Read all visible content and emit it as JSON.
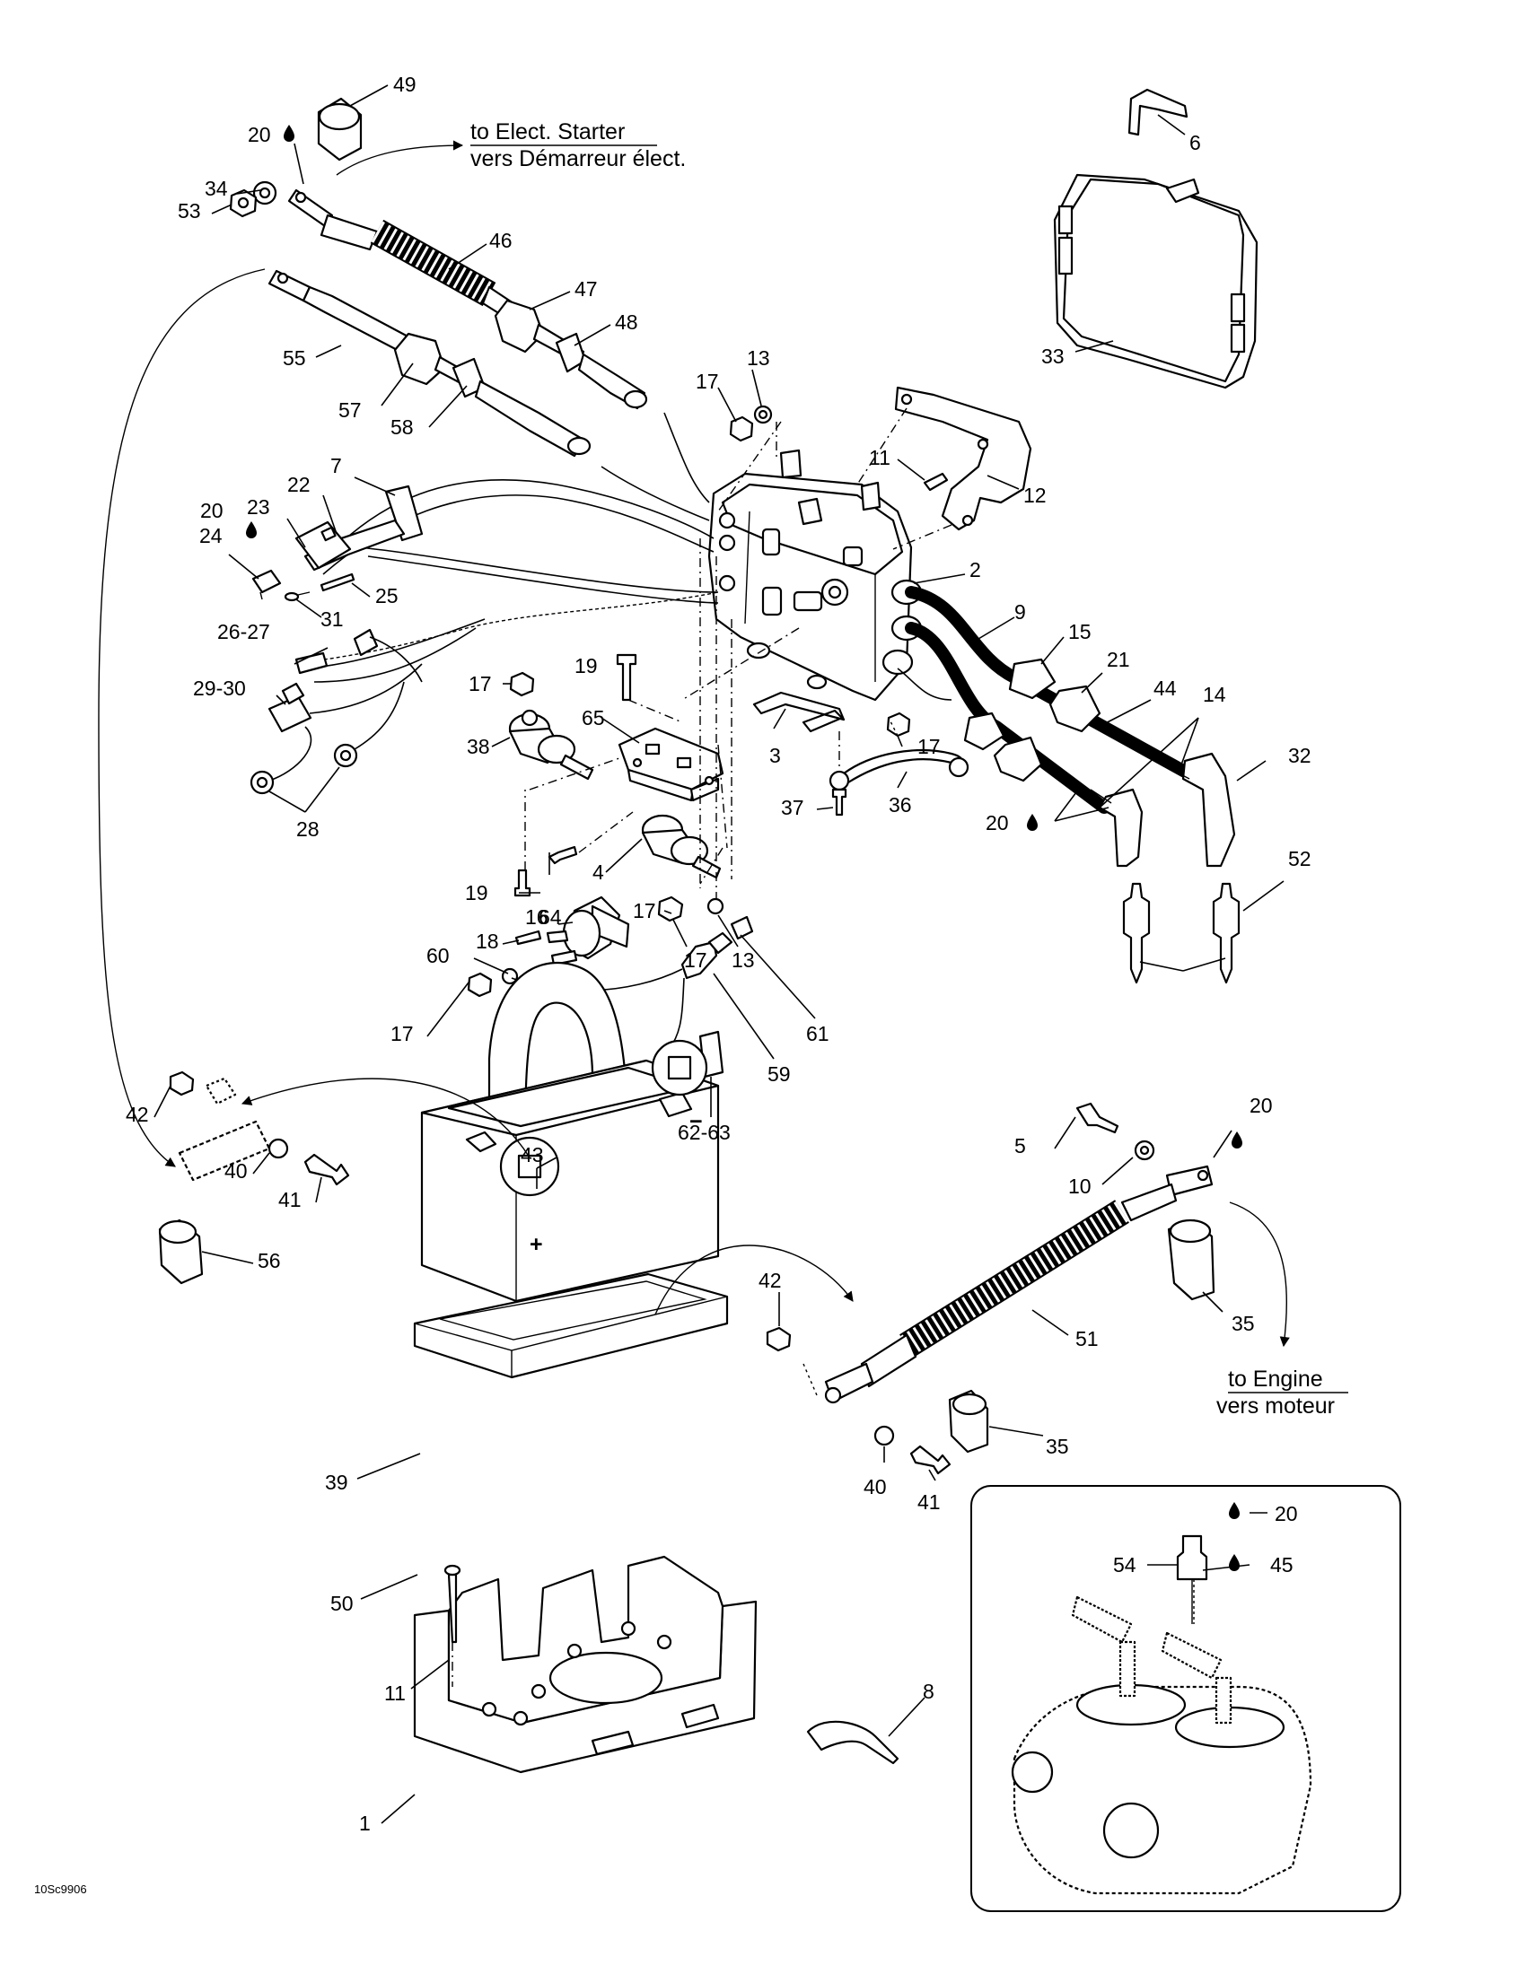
{
  "diagram": {
    "figure_code": "10Sc9906",
    "notes": {
      "starter_en": "to Elect. Starter",
      "starter_fr": "vers Démarreur élect.",
      "engine_en": "to Engine",
      "engine_fr": "vers moteur"
    },
    "polarity": {
      "positive": "+",
      "negative": "−"
    },
    "callouts": [
      {
        "id": "c49",
        "text": "49"
      },
      {
        "id": "c20a",
        "text": "20"
      },
      {
        "id": "c34",
        "text": "34"
      },
      {
        "id": "c53",
        "text": "53"
      },
      {
        "id": "c46",
        "text": "46"
      },
      {
        "id": "c47",
        "text": "47"
      },
      {
        "id": "c48",
        "text": "48"
      },
      {
        "id": "c55",
        "text": "55"
      },
      {
        "id": "c57",
        "text": "57"
      },
      {
        "id": "c58",
        "text": "58"
      },
      {
        "id": "c13a",
        "text": "13"
      },
      {
        "id": "c17a",
        "text": "17"
      },
      {
        "id": "c11a",
        "text": "11"
      },
      {
        "id": "c12",
        "text": "12"
      },
      {
        "id": "c6",
        "text": "6"
      },
      {
        "id": "c33",
        "text": "33"
      },
      {
        "id": "c7",
        "text": "7"
      },
      {
        "id": "c22",
        "text": "22"
      },
      {
        "id": "c20b",
        "text": "20"
      },
      {
        "id": "c23",
        "text": "23"
      },
      {
        "id": "c24",
        "text": "24"
      },
      {
        "id": "c25",
        "text": "25"
      },
      {
        "id": "c31",
        "text": "31"
      },
      {
        "id": "c2",
        "text": "2"
      },
      {
        "id": "c9",
        "text": "9"
      },
      {
        "id": "c15",
        "text": "15"
      },
      {
        "id": "c21",
        "text": "21"
      },
      {
        "id": "c44",
        "text": "44"
      },
      {
        "id": "c14",
        "text": "14"
      },
      {
        "id": "c32",
        "text": "32"
      },
      {
        "id": "c20c",
        "text": "20"
      },
      {
        "id": "c52",
        "text": "52"
      },
      {
        "id": "c2627",
        "text": "26-27"
      },
      {
        "id": "c2930",
        "text": "29-30"
      },
      {
        "id": "c28",
        "text": "28"
      },
      {
        "id": "c17b",
        "text": "17"
      },
      {
        "id": "c19a",
        "text": "19"
      },
      {
        "id": "c38",
        "text": "38"
      },
      {
        "id": "c65",
        "text": "65"
      },
      {
        "id": "c3",
        "text": "3"
      },
      {
        "id": "c17c",
        "text": "17"
      },
      {
        "id": "c37",
        "text": "37"
      },
      {
        "id": "c36",
        "text": "36"
      },
      {
        "id": "c4",
        "text": "4"
      },
      {
        "id": "c19b",
        "text": "19"
      },
      {
        "id": "c64",
        "text": "64"
      },
      {
        "id": "c17d",
        "text": "17"
      },
      {
        "id": "c17e",
        "text": "17"
      },
      {
        "id": "c13b",
        "text": "13"
      },
      {
        "id": "c16",
        "text": "16"
      },
      {
        "id": "c18",
        "text": "18"
      },
      {
        "id": "c60",
        "text": "60"
      },
      {
        "id": "c17f",
        "text": "17"
      },
      {
        "id": "c61",
        "text": "61"
      },
      {
        "id": "c59",
        "text": "59"
      },
      {
        "id": "c6263",
        "text": "62-63"
      },
      {
        "id": "c42a",
        "text": "42"
      },
      {
        "id": "c40a",
        "text": "40"
      },
      {
        "id": "c41a",
        "text": "41"
      },
      {
        "id": "c56",
        "text": "56"
      },
      {
        "id": "c43",
        "text": "43"
      },
      {
        "id": "c5",
        "text": "5"
      },
      {
        "id": "c20d",
        "text": "20"
      },
      {
        "id": "c10",
        "text": "10"
      },
      {
        "id": "c35a",
        "text": "35"
      },
      {
        "id": "c51",
        "text": "51"
      },
      {
        "id": "c42b",
        "text": "42"
      },
      {
        "id": "c40b",
        "text": "40"
      },
      {
        "id": "c41b",
        "text": "41"
      },
      {
        "id": "c35b",
        "text": "35"
      },
      {
        "id": "c39",
        "text": "39"
      },
      {
        "id": "c50",
        "text": "50"
      },
      {
        "id": "c11b",
        "text": "11"
      },
      {
        "id": "c1",
        "text": "1"
      },
      {
        "id": "c8",
        "text": "8"
      },
      {
        "id": "c20e",
        "text": "20"
      },
      {
        "id": "c54",
        "text": "54"
      },
      {
        "id": "c45",
        "text": "45"
      }
    ]
  }
}
